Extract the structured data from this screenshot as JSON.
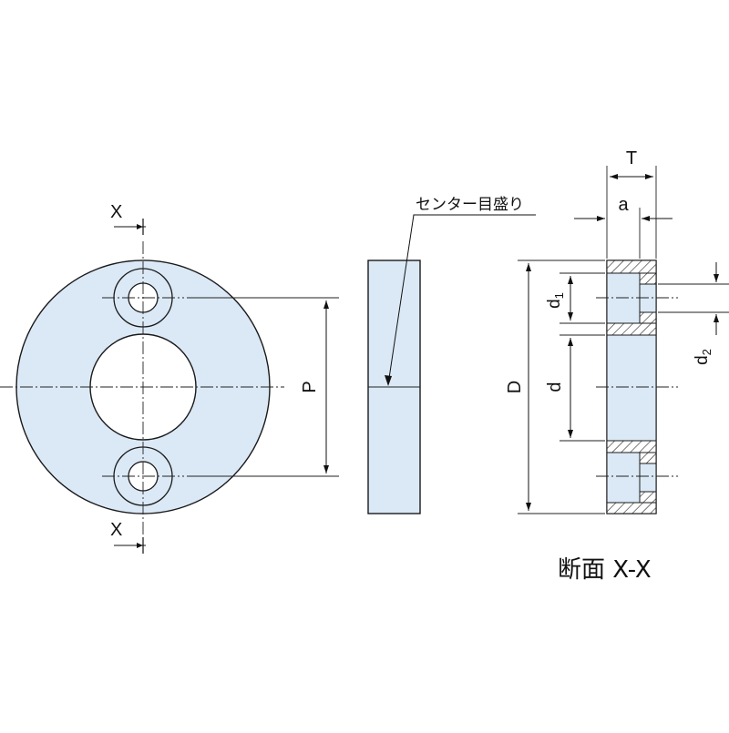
{
  "colors": {
    "fill": "#dbe9f6",
    "outline": "#1a1a1a",
    "centerline": "#222222",
    "hatch": "#333333"
  },
  "labels": {
    "section_mark_top": "X",
    "section_mark_bottom": "X",
    "pitch": "P",
    "center_scale_note": "センター目盛り",
    "outer_diameter": "D",
    "bore_diameter": "d",
    "hole_d1": "d",
    "hole_d1_sub": "1",
    "hole_d2": "d",
    "hole_d2_sub": "2",
    "thickness": "T",
    "counterbore_depth": "a",
    "section_title": "断面 X-X"
  }
}
